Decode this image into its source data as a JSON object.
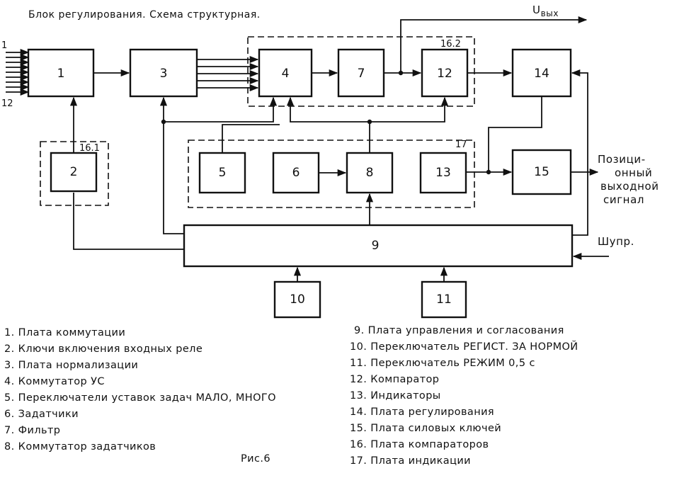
{
  "diagram": {
    "title": "Блок регулирования. Схема структурная.",
    "output_voltage": "U",
    "output_voltage_sub": "вых",
    "input_top": "1",
    "input_bottom": "12",
    "group_16_1": "16.1",
    "group_16_2": "16.2",
    "group_17": "17",
    "position_signal": [
      "Позици-",
      "онный",
      "выходной",
      "сигнал"
    ],
    "control_signal": "Шупр.",
    "figure_caption": "Рис.6",
    "blocks": {
      "b1": "1",
      "b2": "2",
      "b3": "3",
      "b4": "4",
      "b5": "5",
      "b6": "6",
      "b7": "7",
      "b8": "8",
      "b9": "9",
      "b10": "10",
      "b11": "11",
      "b12": "12",
      "b13": "13",
      "b14": "14",
      "b15": "15"
    }
  },
  "legend_left": [
    "1. Плата коммутации",
    "2. Ключи включения входных реле",
    "3. Плата нормализации",
    "4. Коммутатор УС",
    "5. Переключатели уставок задач МАЛО, МНОГО",
    "6. Задатчики",
    "7. Фильтр",
    "8. Коммутатор задатчиков"
  ],
  "legend_right": [
    "9. Плата управления и согласования",
    "10. Переключатель РЕГИСТ. ЗА НОРМОЙ",
    "11. Переключатель РЕЖИМ 0,5 с",
    "12. Компаратор",
    "13. Индикаторы",
    "14. Плата регулирования",
    "15. Плата силовых ключей",
    "16. Плата компараторов",
    "17. Плата индикации"
  ]
}
